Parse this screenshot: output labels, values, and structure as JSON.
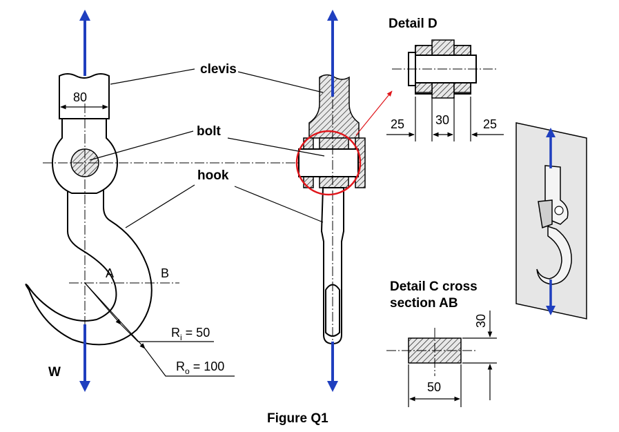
{
  "labels": {
    "clevis": "clevis",
    "bolt": "bolt",
    "hook": "hook",
    "detail_d": "Detail D",
    "detail_c_line1": "Detail C cross",
    "detail_c_line2": "section AB",
    "figure": "Figure Q1",
    "w": "W",
    "a": "A",
    "b": "B"
  },
  "dimensions": {
    "clevis_width": "80",
    "ri_prefix": "R",
    "ri_sub": "i",
    "ri_value": " = 50",
    "ro_prefix": "R",
    "ro_sub": "o",
    "ro_value": " = 100",
    "d_left": "25",
    "d_mid": "30",
    "d_right": "25",
    "c_height": "30",
    "c_width": "50"
  },
  "colors": {
    "load_arrow": "#1f3fbf",
    "detail_circle": "#e0161b",
    "hatch": "#000000",
    "photo_panel": "#e6e6e6"
  }
}
